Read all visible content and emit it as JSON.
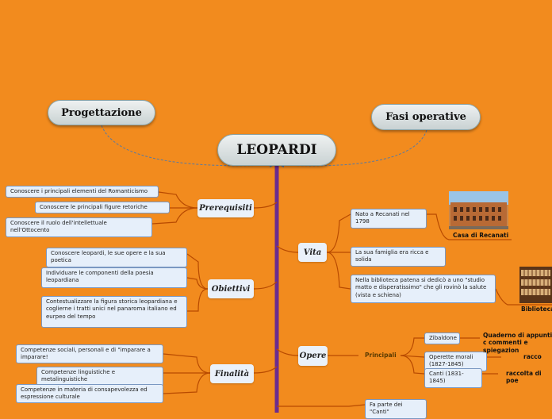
{
  "central": "LEOPARDI",
  "top_left": "Progettazione",
  "top_right": "Fasi operative",
  "branches": {
    "prerequisiti": "Prerequisiti",
    "obiettivi": "Obiettivi",
    "finalita": "Finalità",
    "vita": "Vita",
    "opere": "Opere"
  },
  "prerequisiti_items": [
    "Conoscere i principali elementi del Romanticismo",
    "Conoscere le principali figure retoriche",
    "Conoscere il ruolo dell'intellettuale nell'Ottocento"
  ],
  "obiettivi_items": [
    "Conoscere leopardi, le sue opere e la sua poetica",
    "Individuare le componenti della poesia leopardiana",
    "Contestualizzare la figura storica leopardiana e coglierne i tratti unici nel panaroma italiano ed eurpeo del tempo"
  ],
  "finalita_items": [
    "Competenze sociali, personali e di \"imparare a imparare!",
    "Competenze linguistiche e metalinguistiche",
    "Competenze in materia di consapevolezza ed espressione culturale"
  ],
  "vita_items": [
    "Nato a Recanati nel 1798",
    "La sua famiglia era ricca e solida",
    "Nella biblioteca patena si dedicò a uno \"studio matto e disperatissimo\" che gli rovinò la salute (vista e schiena)"
  ],
  "vita_captions": [
    "Casa di Recanati",
    "Biblioteca"
  ],
  "opere_principali_label": "Principali",
  "opere_items": [
    {
      "name": "Zibaldone",
      "note": "Quaderno di appunti c commenti e spiegazion"
    },
    {
      "name": "Operette morali (1827-1845)",
      "note": "racco"
    },
    {
      "name": "Canti (1831-1845)",
      "note": "raccolta di poe"
    }
  ],
  "bottom_item": "Fa parte dei \"Canti\"",
  "colors": {
    "background": "#F28B1E",
    "trunk": "#6B2C8F",
    "branch_line": "#B84A00"
  }
}
